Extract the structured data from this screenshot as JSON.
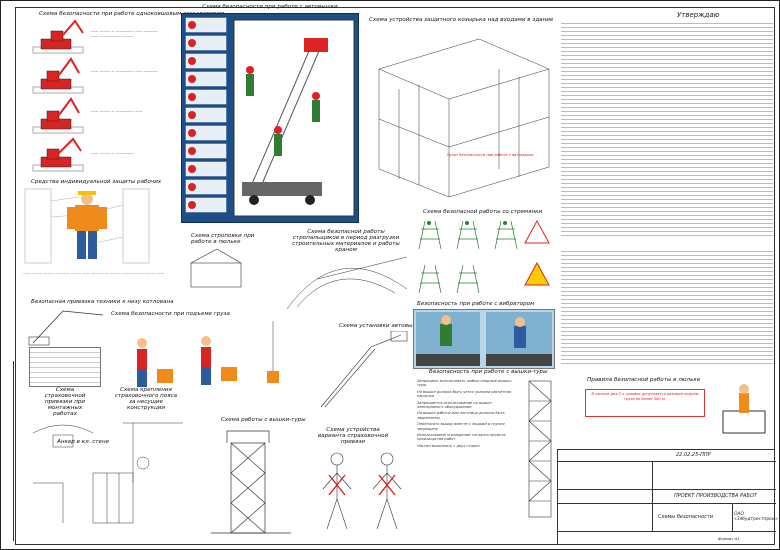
{
  "stamp_top": "Утверждаю",
  "sections": {
    "excavator": "Схема безопасности при работе одноковшовым экскаватором",
    "aerial": "Схема безопасности при работе с автовышки",
    "canopy": "Схема устройства защитного козырька над входами в здание",
    "ppe": "Средства индивидуальной защиты рабочих",
    "cradle": "Схема строповки при работе в люльке",
    "loader_zone": "Схема безопасной работы стропальщиков в период разгрузки строительных материалов и работы краном",
    "ladder": "Схема безопасной работы со стремянки",
    "crane": "Безопасная привязка техники к низу котлована",
    "lifting": "Схема безопасности при подъеме груза",
    "lift_install": "Схема установки автовышки",
    "vibrator": "Безопасность при работе с вибратором",
    "sling": "Схема страховочной привязки при монтажных работах",
    "anchor": "Схема крепления страховочного пояса за несущие конструкции",
    "anchor_wall": "Анкер в кл. стене",
    "tower": "Схема работы с вышки-туры",
    "harness": "Схема устройства варианта страховочной привязи",
    "tower_safety": "Безопасность при работе с вышки-туры",
    "cradle_rules": "Правила безопасной работы в люльке"
  },
  "notes": {
    "red_note_1": "Пункт безопасности при работе с автовышки",
    "red_note_2": "В люльке для 2-х человек допускается разовый подъём груза не более 300 кг"
  },
  "tower_rules": [
    "Запрещено использовать любые опорные вышки-туры",
    "На вышке должна быть четко указана расчётная нагрузка",
    "Запрещается использование на вышке неисправного оборудования",
    "На вышке работы или лестница должны быть закреплены",
    "Переносить вышку вместе с людьми и грузом запрещено",
    "Использование ограждений согласно проекта производства работ",
    "Настил выполнять с двух сторон"
  ],
  "title_block": {
    "code": "22.02.25-ППР",
    "project": "ПРОЕКТ ПРОИЗВОДСТВА РАБОТ",
    "sheet_name": "Схемы безопасности",
    "org": "ОАО «Зябудтрестпром»",
    "format": "Формат А1"
  }
}
